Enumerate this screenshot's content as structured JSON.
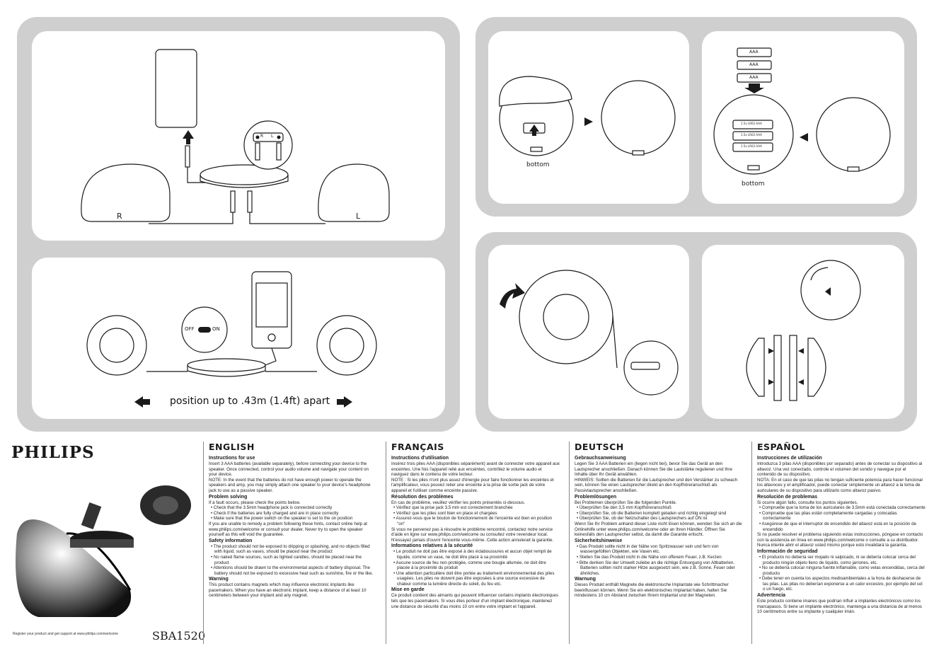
{
  "labels": {
    "right_speaker": "R",
    "left_speaker": "L",
    "jack_r": "R",
    "jack_l": "L",
    "switch_off": "OFF",
    "switch_on": "ON",
    "position_note": "position up to .43m (1.4ft) apart",
    "bottom_1": "bottom",
    "bottom_2": "bottom",
    "battery_aaa": [
      "AAA",
      "AAA",
      "AAA"
    ],
    "battery_cell": [
      "1.5v LR03 AAA",
      "1.5v LR03 AAA",
      "1.5v LR03 AAA"
    ]
  },
  "brand": "PHILIPS",
  "model": "SBA1520",
  "register_note": "Register your product and get support at www.philips.com/welcome",
  "columns": [
    {
      "lang": "ENGLISH",
      "blocks": [
        {
          "t": "h",
          "v": "Instructions for use"
        },
        {
          "t": "p",
          "v": "Insert 3 AAA batteries (available separately), before connecting your device to the speaker. Once connected, control your audio volume and navigate your content on your device."
        },
        {
          "t": "p",
          "v": "NOTE: In the event that the batteries do not have enough power to operate the speakers and amp, you may simply attach one speaker to your device's headphone jack to use as a passive speaker."
        },
        {
          "t": "h",
          "v": "Problem solving"
        },
        {
          "t": "p",
          "v": "If a fault occurs, please check the points below."
        },
        {
          "t": "b",
          "v": "• Check that the 3.5mm headphone jack is connected correctly"
        },
        {
          "t": "b",
          "v": "• Check if the batteries are fully charged and are in place correctly"
        },
        {
          "t": "b",
          "v": "• Make sure that the power switch on the speaker is set to the on position"
        },
        {
          "t": "p",
          "v": "If you are unable to remedy a problem following these hints, contact online help at www.philips.com/welcome or consult your dealer. Never try to open the speaker yourself as this will void the guarantee."
        },
        {
          "t": "h",
          "v": "Safety information"
        },
        {
          "t": "b",
          "v": "• The product should not be exposed to dripping or splashing, and no objects filled with liquid, such as vases, should be placed near the product"
        },
        {
          "t": "b",
          "v": "• No naked flame sources, such as lighted candles, should be placed near the product"
        },
        {
          "t": "b",
          "v": "• Attentions should be drawn to the environmental aspects of battery disposal. The battery should not be exposed to excessive heat such as sunshine, fire or the like."
        },
        {
          "t": "h",
          "v": "Warning"
        },
        {
          "t": "p",
          "v": "This product contains magnets which may influence electronic implants like pacemakers. When you have an electronic implant, keep a distance of at least 10 centimeters between your implant and any magnet."
        }
      ]
    },
    {
      "lang": "FRANÇAIS",
      "blocks": [
        {
          "t": "h",
          "v": "Instructions d'utilisation"
        },
        {
          "t": "p",
          "v": "Insérez trois piles AAA (disponibles séparément) avant de connecter votre appareil aux enceintes. Une fois l'appareil relié aux enceintes, contrôlez le volume audio et naviguez dans le contenu de votre lecteur."
        },
        {
          "t": "p",
          "v": "NOTE : Si les piles n'ont plus assez d'énergie pour faire fonctionner les enceintes et l'amplificateur, vous pouvez relier une enceinte à la prise de sortie jack de votre appareil et l'utiliser comme enceinte passive."
        },
        {
          "t": "h",
          "v": "Résolution des problèmes"
        },
        {
          "t": "p",
          "v": "En cas de problème, veuillez vérifier les points présentés ci-dessous."
        },
        {
          "t": "b",
          "v": "• Vérifiez que la prise jack 3,5 mm est correctement branchée"
        },
        {
          "t": "b",
          "v": "• Vérifiez que les piles sont bien en place et chargées"
        },
        {
          "t": "b",
          "v": "• Assurez-vous que le bouton de fonctionnement de l'enceinte est bien en position \"on\""
        },
        {
          "t": "p",
          "v": "Si vous ne parvenez pas à résoudre le problème rencontré, contactez notre service d'aide en ligne sur www.philips.com/welcome ou consultez votre revendeur local. N'essayez jamais d'ouvrir l'enceinte vous-même. Cette action annulerait la garantie."
        },
        {
          "t": "h",
          "v": "Informations relatives à la sécurité"
        },
        {
          "t": "b",
          "v": "• Le produit ne doit pas être exposé à des éclaboussures et aucun objet rempli de liquide, comme un vase, ne doit être placé à sa proximité"
        },
        {
          "t": "b",
          "v": "• Aucune source de feu non protégée, comme une bougie allumée, ne doit être placée à la proximité du produit"
        },
        {
          "t": "b",
          "v": "• Une attention particulière doit être portée au traitement environnemental des piles usagées. Les piles ne doivent pas être exposées à une source excessive de chaleur comme la lumière directe du soleil, du feu etc."
        },
        {
          "t": "h",
          "v": "Mise en garde"
        },
        {
          "t": "p",
          "v": "Ce produit contient des aimants qui peuvent influencer certains implants électroniques tels que les pacemakers. Si vous êtes porteur d'un implant électronique, maintenez une distance de sécurité d'au moins 10 cm entre votre implant et l'appareil."
        }
      ]
    },
    {
      "lang": "DEUTSCH",
      "blocks": [
        {
          "t": "h",
          "v": "Gebrauchsanweisung"
        },
        {
          "t": "p",
          "v": "Legen Sie 3 AAA Batterien ein (liegen nicht bei), bevor Sie das Gerät an den Lautsprecher anschließen. Danach können Sie die Lautstärke regulieren und Ihre Inhalte über Ihr Gerät anwählen."
        },
        {
          "t": "p",
          "v": "HINWEIS: Sollten die Batterien für die Lautsprecher und den Verstärker zu schwach sein, können Sie einen Lautsprecher direkt an den Kopfhöreranschluß als Passivlautsprecher anschließen."
        },
        {
          "t": "h",
          "v": "Problemlösungen"
        },
        {
          "t": "p",
          "v": "Bei Problemen überprüfen Sie die folgenden Punkte."
        },
        {
          "t": "b",
          "v": "• Überprüfen Sie den 3,5 mm Kopfhöreranschluß"
        },
        {
          "t": "b",
          "v": "• Überprüfen Sie, ob die Batterien komplett geladen und richtig eingelegt sind"
        },
        {
          "t": "b",
          "v": "• Überprüfen Sie, ob der Netzschalter des Lautsprechers auf ON ist"
        },
        {
          "t": "p",
          "v": "Wenn Sie Ihr Problem anhand dieser Liste nicht lösen können, wenden Sie sich an die Onlinehilfe unter www.philips.com/welcome oder an Ihren Händler. Öffnen Sie keinesfalls den Lautsprecher selbst, da damit die Garantie erlischt."
        },
        {
          "t": "h",
          "v": "Sicherheitshinweise"
        },
        {
          "t": "b",
          "v": "• Das Produkt sollte nicht in der Nähe von Spritzwasser sein und fern von wassergefüllten Objekten, wie Vasen etc."
        },
        {
          "t": "b",
          "v": "• Stellen Sie das Produkt nicht in die Nähe von offenem Feuer, z.B. Kerzen"
        },
        {
          "t": "b",
          "v": "• Bitte denken Sie der Umwelt zuliebe an die richtige Entsorgung von Altbatterien. Batterien sollten nicht starker Hitze ausgesetzt sein, wie z.B. Sonne, Feuer oder ähnliches."
        },
        {
          "t": "h",
          "v": "Warnung"
        },
        {
          "t": "p",
          "v": "Dieses Produkt enthält Magnete die elektronische Implantate wie Schrittmacher beeinflussen können. Wenn Sie ein elektronisches Implantat haben, halten Sie mindestens 10 cm Abstand zwischen Ihrem Implantat und der Magneten."
        }
      ]
    },
    {
      "lang": "ESPAÑOL",
      "blocks": [
        {
          "t": "h",
          "v": "Instrucciones de utilización"
        },
        {
          "t": "p",
          "v": "Introduzca 3 pilas AAA (disponibles por separado) antes de conectar su dispositivo al altavoz. Una vez conectado, controle el volumen del sonido y navegue por el contenido de su dispositivo."
        },
        {
          "t": "p",
          "v": "NOTA: En el caso de que las pilas no tengan suficiente potencia para hacer funcionar los altavoces y el amplificador, puede conectar simplemente un altavoz a la toma de auriculares de su dispositivo para utilizarlo como altavoz pasivo."
        },
        {
          "t": "h",
          "v": "Resolución de problemas"
        },
        {
          "t": "p",
          "v": "Si ocurre algún fallo, consulte los puntos siguientes."
        },
        {
          "t": "b",
          "v": "• Compruebe que la toma de los auriculares de 3,5mm está conectada correctamente"
        },
        {
          "t": "b",
          "v": "• Compruebe que las pilas están completamente cargadas y colocadas correctamente"
        },
        {
          "t": "b",
          "v": "• Asegúrese de que el interruptor de encendido del altavoz está en la posición de encendido"
        },
        {
          "t": "p",
          "v": "Si no puede resolver el problema siguiendo estas instrucciones, póngase en contacto con la asistencia en línea en www.philips.com/welcome o consulte a su distribuidor. Nunca intente abrir el altavoz usted mismo porque esto invalidará la garantía."
        },
        {
          "t": "h",
          "v": "Información de seguridad"
        },
        {
          "t": "b",
          "v": "• El producto no debería ser mojado ni salpicado, ni se debería colocar cerca del producto ningún objeto lleno de líquido, como jarrones, etc."
        },
        {
          "t": "b",
          "v": "• No se debería colocar ninguna fuente inflamable, como velas encendidas, cerca del producto"
        },
        {
          "t": "b",
          "v": "• Debe tener en cuenta los aspectos medioambientales a la hora de deshacerse de las pilas. Las pilas no deberían exponerse a un calor excesivo, por ejemplo del sol o un fuego, etc."
        },
        {
          "t": "h",
          "v": "Advertencia"
        },
        {
          "t": "p",
          "v": "Este producto contiene imanes que podrían influir a implantes electrónicos como los marcapasos. Si tiene un implante electrónico, mantenga a una distancia de al menos 10 centímetros entre su implante y cualquier imán."
        }
      ]
    }
  ]
}
